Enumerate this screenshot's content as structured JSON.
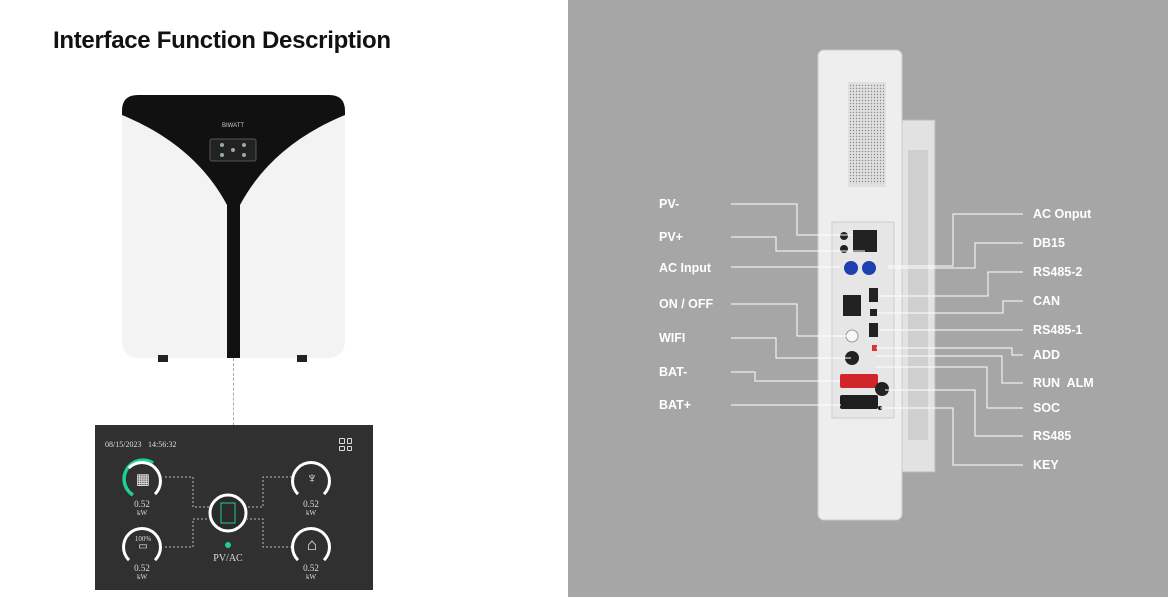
{
  "title": "Interface Function Description",
  "product": {
    "brand": "BIWATT"
  },
  "screen": {
    "date": "08/15/2023",
    "time": "14:56:32",
    "menu_icon": "grid-icon",
    "nodes": [
      {
        "name": "pv",
        "icon": "solar-panel-icon",
        "value": "0.52",
        "unit": "kW"
      },
      {
        "name": "grid",
        "icon": "power-tower-icon",
        "value": "0.52",
        "unit": "kW"
      },
      {
        "name": "battery",
        "icon": "battery-icon",
        "soc": "100%",
        "value": "0.52",
        "unit": "kW"
      },
      {
        "name": "home",
        "icon": "house-icon",
        "value": "0.52",
        "unit": "kW"
      }
    ],
    "center_label": "PV/AC",
    "accent": "#1fcf95"
  },
  "left_labels": [
    "PV-",
    "PV+",
    "AC Input",
    "ON / OFF",
    "WIFI",
    "BAT-",
    "BAT+"
  ],
  "right_labels": [
    "AC Onput",
    "DB15",
    "RS485-2",
    "CAN",
    "RS485-1",
    "ADD",
    "RUN  ALM",
    "SOC",
    "RS485",
    "KEY"
  ]
}
